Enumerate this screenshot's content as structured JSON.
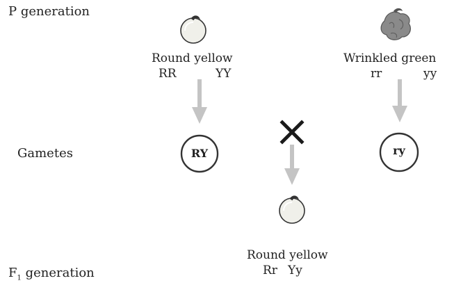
{
  "labels": {
    "p_generation": "P generation",
    "gametes": "Gametes",
    "f1_generation_prefix": "F",
    "f1_generation_sub": "1",
    "f1_generation_suffix": " generation"
  },
  "parents": {
    "left": {
      "phenotype": "Round yellow",
      "genotype_a": "RR",
      "genotype_b": "YY",
      "seed": "round-seed"
    },
    "right": {
      "phenotype": "Wrinkled green",
      "genotype_a": "rr",
      "genotype_b": "yy",
      "seed": "wrinkled-seed"
    }
  },
  "gametes": {
    "left": "RY",
    "right": "ry"
  },
  "cross_symbol": "cross-icon",
  "offspring": {
    "phenotype": "Round yellow",
    "genotype_a": "Rr",
    "genotype_b": "Yy",
    "seed": "round-seed"
  },
  "colors": {
    "arrow": "#b8b8b8",
    "seed_fill": "#f0f0ea",
    "seed_outline": "#333333",
    "wrinkled_fill": "#8a8a8a",
    "cross": "#1a1a1a"
  }
}
